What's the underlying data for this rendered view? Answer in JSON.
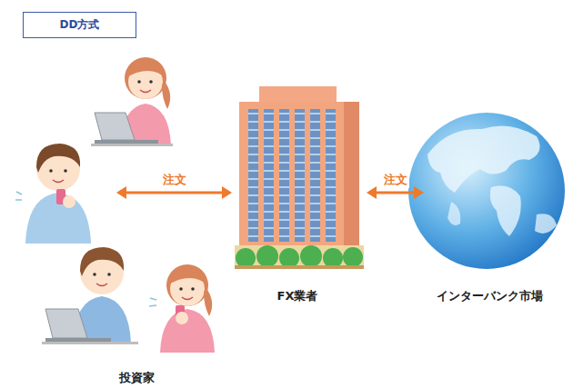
{
  "diagram": {
    "title": "DD方式",
    "nodes": [
      {
        "text": [
          "投資家"
        ]
      },
      {
        "text": [
          "FX業者"
        ]
      },
      {
        "text": [
          "インターバンク市場"
        ]
      }
    ],
    "edges": [
      {
        "from": 0,
        "to": 1,
        "arrow": "both",
        "label": "注文"
      },
      {
        "from": 1,
        "to": 2,
        "arrow": "both",
        "label": "注文"
      }
    ]
  }
}
